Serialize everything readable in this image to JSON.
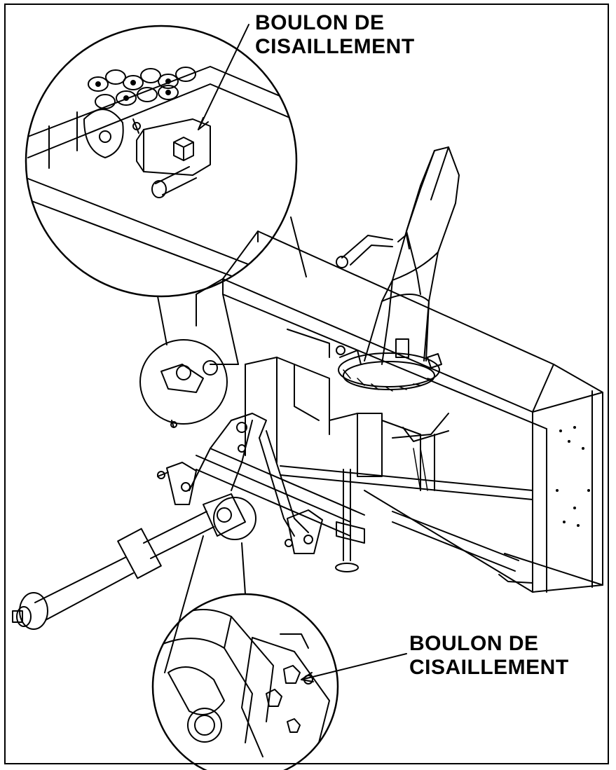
{
  "callouts": {
    "top": {
      "line1": "BOULON DE",
      "line2": "CISAILLEMENT"
    },
    "bottom": {
      "line1": "BOULON DE",
      "line2": "CISAILLEMENT"
    }
  },
  "colors": {
    "line": "#000000",
    "background": "#ffffff"
  }
}
